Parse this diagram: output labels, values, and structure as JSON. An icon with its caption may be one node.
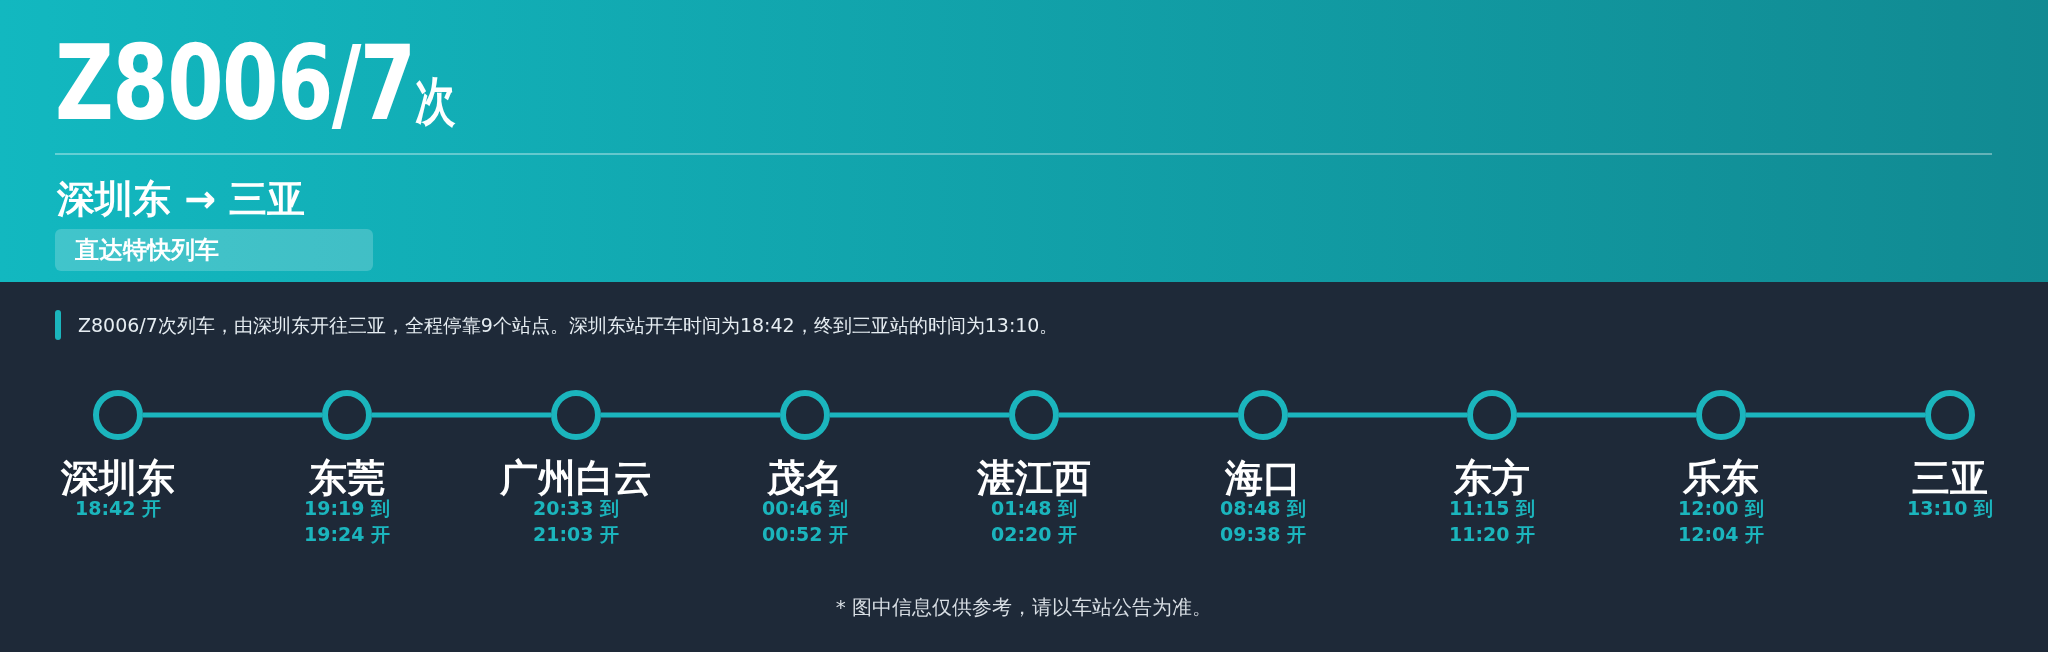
{
  "diagram": {
    "title": "Z8006/7次",
    "nodes": [
      {
        "text": [
          "直达特快列车"
        ]
      },
      {
        "text": [
          "深圳东"
        ],
        "beside": [
          "18:42 开"
        ]
      },
      {
        "text": [
          "东莞"
        ],
        "beside": [
          "19:19 到",
          "19:24 开"
        ]
      },
      {
        "text": [
          "广州白云"
        ],
        "beside": [
          "20:33 到",
          "21:03 开"
        ]
      },
      {
        "text": [
          "茂名"
        ],
        "beside": [
          "00:46 到",
          "00:52 开"
        ]
      },
      {
        "text": [
          "湛江西"
        ],
        "beside": [
          "01:48 到",
          "02:20 开"
        ]
      },
      {
        "text": [
          "海口"
        ],
        "beside": [
          "08:48 到",
          "09:38 开"
        ]
      },
      {
        "text": [
          "东方"
        ],
        "beside": [
          "11:15 到",
          "11:20 开"
        ]
      },
      {
        "text": [
          "乐东"
        ],
        "beside": [
          "12:00 到",
          "12:04 开"
        ]
      },
      {
        "text": [
          "三亚"
        ],
        "beside": [
          "13:10 到"
        ]
      }
    ],
    "edges": [
      {
        "from": 1,
        "to": 2,
        "arrow": "none"
      },
      {
        "from": 2,
        "to": 3,
        "arrow": "none"
      },
      {
        "from": 3,
        "to": 4,
        "arrow": "none"
      },
      {
        "from": 4,
        "to": 5,
        "arrow": "none"
      },
      {
        "from": 5,
        "to": 6,
        "arrow": "none"
      },
      {
        "from": 6,
        "to": 7,
        "arrow": "none"
      },
      {
        "from": 7,
        "to": 8,
        "arrow": "none"
      },
      {
        "from": 8,
        "to": 9,
        "arrow": "none"
      }
    ],
    "labels": [
      "深圳东 → 三亚",
      "Z8006/7次列车，由深圳东开往三亚，全程停靠9个站点。深圳东站开车时间为18:42，终到三亚站的时间为13:10。",
      "* 图中信息仅供参考，请以车站公告为准。"
    ]
  }
}
